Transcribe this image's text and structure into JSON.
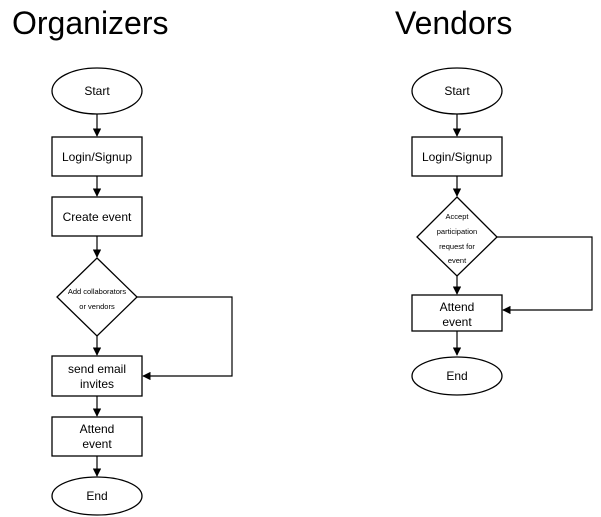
{
  "organizers": {
    "title": "Organizers",
    "start": "Start",
    "login": "Login/Signup",
    "create_event": "Create event",
    "decision": [
      "Add collaborators",
      "or vendors"
    ],
    "send_invites": [
      "send email",
      "invites"
    ],
    "attend": [
      "Attend",
      "event"
    ],
    "end": "End"
  },
  "vendors": {
    "title": "Vendors",
    "start": "Start",
    "login": "Login/Signup",
    "decision": [
      "Accept",
      "participation",
      "request for",
      "event"
    ],
    "attend": [
      "Attend",
      "event"
    ],
    "end": "End"
  }
}
